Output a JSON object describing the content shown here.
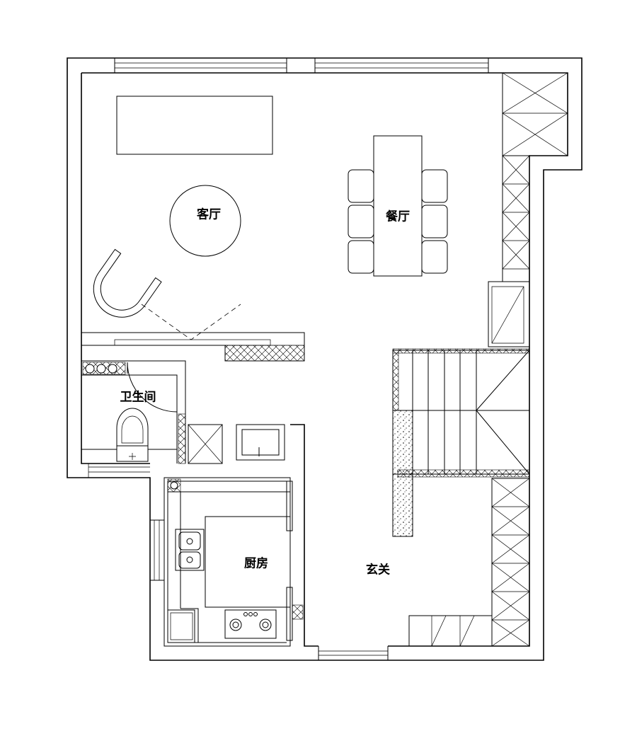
{
  "rooms": {
    "living_room": "客厅",
    "dining_room": "餐厅",
    "bathroom": "卫生间",
    "kitchen": "厨房",
    "entrance": "玄关"
  },
  "icons": {
    "toilet": "toilet-icon",
    "sink": "sink-icon",
    "stove": "stove-icon",
    "stairs": "staircase-icon",
    "sofa_chair": "armchair-icon"
  },
  "colors": {
    "line": "#000000",
    "background": "#ffffff"
  }
}
